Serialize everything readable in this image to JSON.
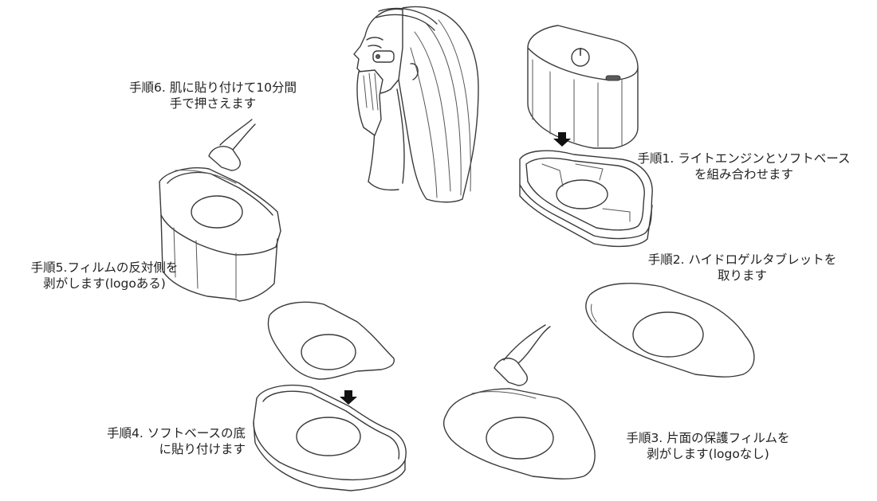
{
  "steps": {
    "step1": {
      "line1": "手順1. ライトエンジンとソフトベース",
      "line2": "を組み合わせます"
    },
    "step2": {
      "line1": "手順2. ハイドロゲルタブレットを",
      "line2": "取ります"
    },
    "step3": {
      "line1": "手順3. 片面の保護フィルムを",
      "line2": "剥がします(logoなし)"
    },
    "step4": {
      "line1": "手順4. ソフトベースの底",
      "line2": "に貼り付けます"
    },
    "step5": {
      "line1": "手順5.フィルムの反対側を",
      "line2": "剥がします(logoある)"
    },
    "step6": {
      "line1": "手順6. 肌に貼り付けて10分間",
      "line2": "手で押さえます"
    }
  },
  "icons": {
    "power": "power-icon",
    "arrow": "arrow-down-icon"
  }
}
